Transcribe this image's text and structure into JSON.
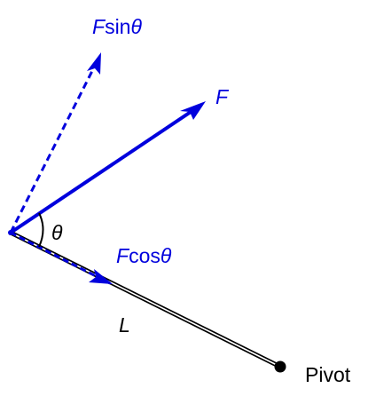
{
  "labels": {
    "f_sin_italic": "F",
    "f_sin_rest": "sin",
    "f_sin_theta": "θ",
    "f": "F",
    "theta": "θ",
    "f_cos_italic": "F",
    "f_cos_rest": "cos",
    "f_cos_theta": "θ",
    "length": "L",
    "pivot": "Pivot"
  },
  "colors": {
    "force": "#0000dd",
    "rod": "#000000",
    "background": "#ffffff"
  }
}
